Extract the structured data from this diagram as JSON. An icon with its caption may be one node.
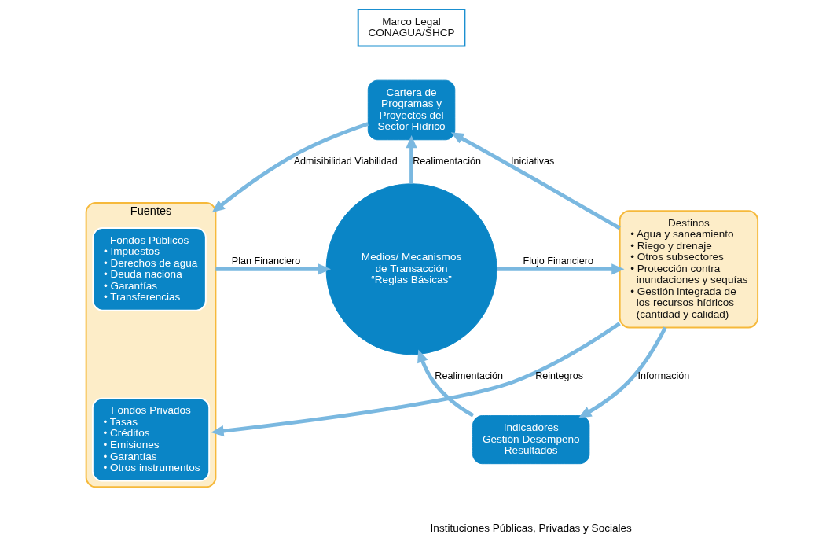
{
  "diagram": {
    "nodes": [
      {
        "text": [
          "Marco Legal CONAGUA/SHCP"
        ]
      },
      {
        "text": [
          "Cartera de Programas y Proyectos del Sector Hídrico"
        ]
      },
      {
        "text": [
          "Fuentes"
        ]
      },
      {
        "text": [
          "Fondos Públicos",
          "• Impuestos",
          "• Derechos de agua",
          "• Deuda naciona",
          "• Garantías",
          "• Transferencias"
        ],
        "in": 2
      },
      {
        "text": [
          "Fondos Privados",
          "• Tasas",
          "• Créditos",
          "• Emisiones",
          "• Garantías",
          "• Otros instrumentos"
        ],
        "in": 2
      },
      {
        "text": [
          "Medios/ Mecanismos de Transacción “Reglas Básicas”"
        ]
      },
      {
        "text": [
          "Destinos",
          "• Agua y saneamiento",
          "• Riego y drenaje",
          "• Otros subsectores",
          "• Protección contra inundaciones y sequías",
          "• Gestión integrada de los recursos hídricos (cantidad y calidad)"
        ]
      },
      {
        "text": [
          "Indicadores Gestión Desempeño Resultados"
        ]
      }
    ],
    "edges": [
      {
        "from": 1,
        "to": 2,
        "arrow": "to",
        "label": "Admisibilidad Viabilidad"
      },
      {
        "from": 6,
        "to": 1,
        "arrow": "to",
        "label": "Iniciativas"
      },
      {
        "from": 2,
        "to": 5,
        "arrow": "to",
        "label": "Plan Financiero"
      },
      {
        "from": 5,
        "to": 1,
        "arrow": "to",
        "label": "Realimentación"
      },
      {
        "from": 5,
        "to": 6,
        "arrow": "to",
        "label": "Flujo Financiero"
      },
      {
        "from": 7,
        "to": 5,
        "arrow": "to",
        "label": "Realimentación"
      },
      {
        "from": 6,
        "to": 7,
        "arrow": "to",
        "label": "Información"
      },
      {
        "from": 6,
        "to": 2,
        "arrow": "to",
        "label": "Reintegros"
      }
    ],
    "labels": [
      "Instituciones Públicas, Privadas y Sociales"
    ]
  }
}
